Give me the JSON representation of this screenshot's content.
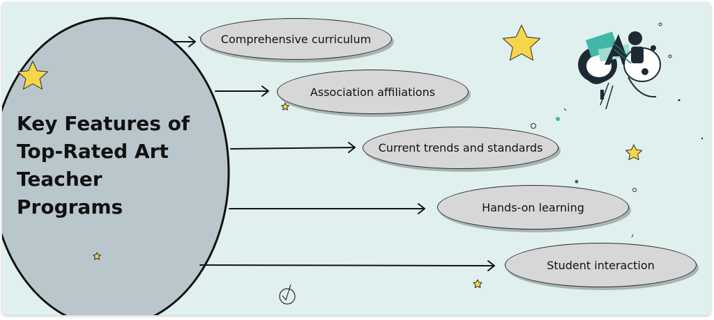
{
  "title": "Key Features of Top-Rated Art Teacher Programs",
  "features": [
    {
      "label": "Comprehensive curriculum"
    },
    {
      "label": "Association affiliations"
    },
    {
      "label": "Current trends and standards"
    },
    {
      "label": "Hands-on learning"
    },
    {
      "label": "Student interaction"
    }
  ],
  "colors": {
    "background": "#dff0ee",
    "main_circle": "#b9c7cd",
    "pill_fill": "#d7d7d7",
    "star": "#f6d54a",
    "teal_accent": "#3fb8a8"
  },
  "decorations": {
    "illustration": "art-figures-icon",
    "stars": "star-icon",
    "check": "check-circle-icon"
  }
}
